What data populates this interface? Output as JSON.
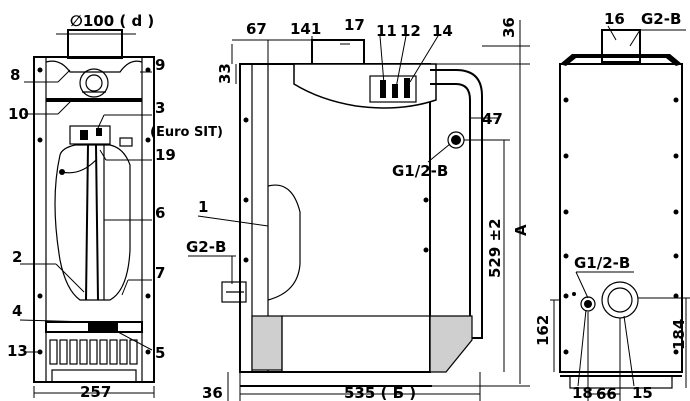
{
  "front_view": {
    "flue_diameter_label": "∅100 ( d )",
    "width_label": "257",
    "valve_label": "(Euro SIT)",
    "callouts": [
      "8",
      "9",
      "10",
      "3",
      "19",
      "6",
      "2",
      "7",
      "4",
      "5",
      "13"
    ]
  },
  "side_view": {
    "dims": {
      "top_left": "67",
      "top_mid": "141",
      "top_right": "36",
      "left_height": "33",
      "inlet_offset": "47",
      "height_mid": "529 ±2",
      "height_total": "A",
      "bottom_left": "36",
      "depth": "535 ( Б )"
    },
    "callouts": [
      "17",
      "11",
      "12",
      "14",
      "1"
    ],
    "pipe_labels": [
      "G1/2-B",
      "G2-B"
    ]
  },
  "rear_view": {
    "callouts": [
      "16",
      "18",
      "15"
    ],
    "pipe_labels": [
      "G2-B",
      "G1/2-B"
    ],
    "dims": {
      "left_height": "162",
      "right_height": "184",
      "bottom_mid": "66"
    }
  }
}
